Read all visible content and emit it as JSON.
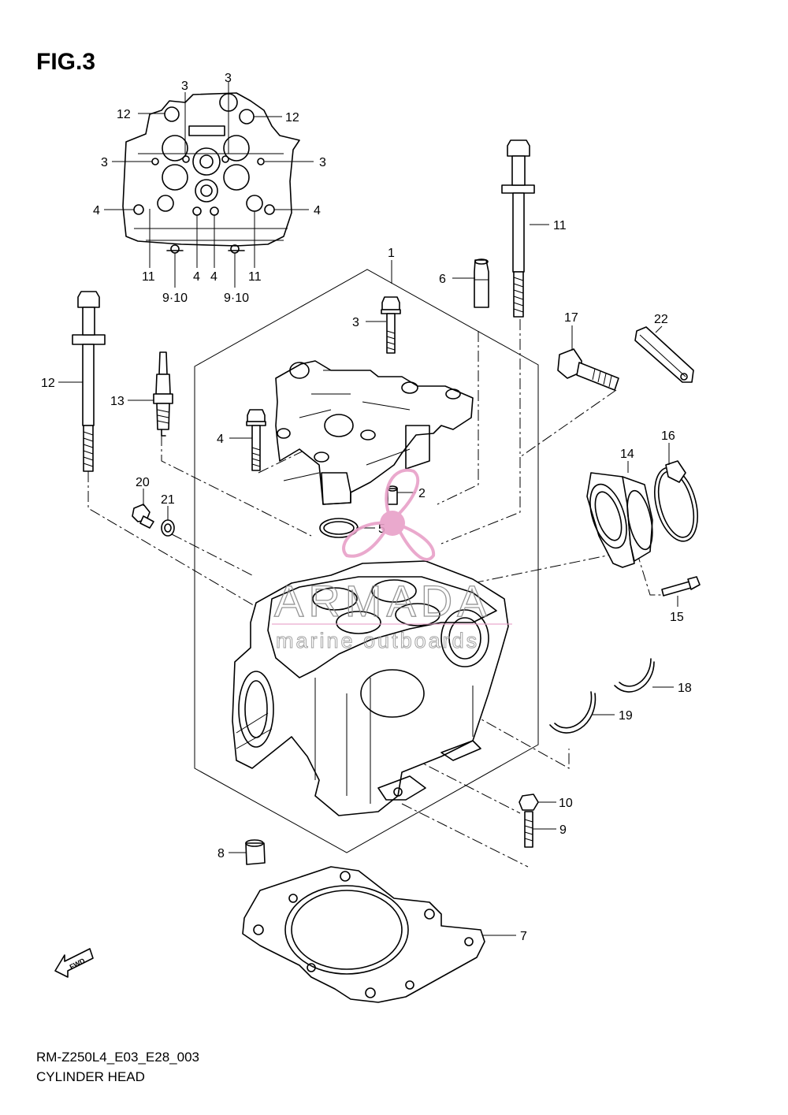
{
  "figure": {
    "title": "FIG.3",
    "code": "RM-Z250L4_E03_E28_003",
    "name": "CYLINDER HEAD"
  },
  "direction_badge": "FWD",
  "watermark": {
    "brand": "ARMADA",
    "tagline": "marine outboards",
    "color": "#e8a0c8"
  },
  "callouts": {
    "top_view": [
      "12",
      "12",
      "3",
      "3",
      "3",
      "3",
      "4",
      "4",
      "11",
      "4",
      "4",
      "11",
      "9·10",
      "9·10"
    ],
    "main": [
      "1",
      "6",
      "11",
      "3",
      "12",
      "13",
      "4",
      "2",
      "5",
      "17",
      "22",
      "14",
      "16",
      "20",
      "21",
      "15",
      "18",
      "19",
      "10",
      "9",
      "8",
      "7"
    ]
  }
}
